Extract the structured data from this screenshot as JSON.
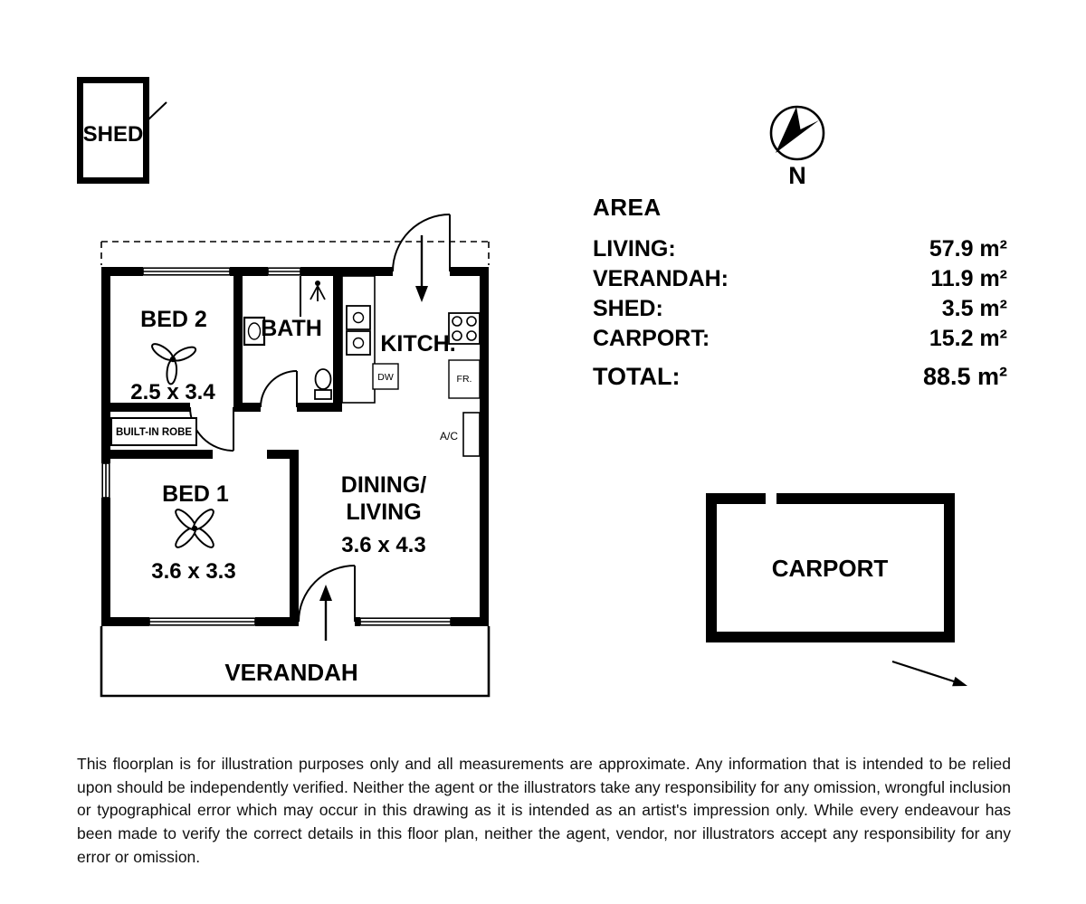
{
  "colors": {
    "ink": "#000000",
    "background": "#ffffff"
  },
  "shed": {
    "label": "SHED"
  },
  "compass": {
    "label": "N"
  },
  "area_table": {
    "title": "AREA",
    "rows": [
      {
        "label": "LIVING:",
        "value": "57.9 m²"
      },
      {
        "label": "VERANDAH:",
        "value": "11.9 m²"
      },
      {
        "label": "SHED:",
        "value": "3.5 m²"
      },
      {
        "label": "CARPORT:",
        "value": "15.2 m²"
      }
    ],
    "total": {
      "label": "TOTAL:",
      "value": "88.5 m²"
    }
  },
  "floorplan": {
    "rooms": {
      "bed2": {
        "name": "BED 2",
        "dims": "2.5 x 3.4"
      },
      "bath": {
        "name": "BATH"
      },
      "kitchen": {
        "name": "KITCH."
      },
      "bed1": {
        "name": "BED 1",
        "dims": "3.6 x 3.3"
      },
      "dining_living": {
        "line1": "DINING/",
        "line2": "LIVING",
        "dims": "3.6 x 4.3"
      },
      "verandah": {
        "name": "VERANDAH"
      },
      "carport": {
        "name": "CARPORT"
      }
    },
    "fixtures": {
      "built_in_robe": "BUILT-IN ROBE",
      "dishwasher": "DW",
      "fridge": "FR.",
      "air_conditioner": "A/C"
    }
  },
  "disclaimer": "This floorplan is for illustration purposes only and all measurements are approximate. Any information that is intended to be relied upon should be independently verified. Neither the agent or the illustrators take any responsibility for any omission, wrongful inclusion or typographical error which may occur in this drawing as it is intended as an artist's impression only. While every endeavour has been made to verify the correct details in this floor plan, neither the agent, vendor, nor illustrators accept any responsibility for any error or omission."
}
